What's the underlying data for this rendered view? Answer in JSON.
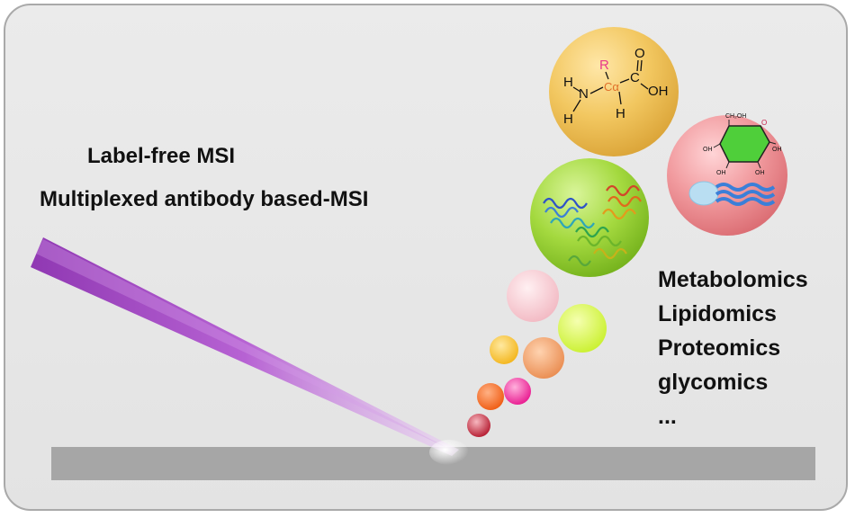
{
  "headings": {
    "line1": "Label-free MSI",
    "line2": "Multiplexed antibody based-MSI"
  },
  "omics_list": [
    "Metabolomics",
    "Lipidomics",
    "Proteomics",
    "glycomics",
    "..."
  ],
  "molecule_labels": {
    "amino_acid": {
      "r": "R",
      "h_left": "H",
      "n": "N",
      "h_bottom_left": "H",
      "c_alpha": "Cα",
      "h_bottom": "H",
      "c": "C",
      "o_top": "O",
      "oh": "OH"
    },
    "sugar": {
      "ch2oh": "CH₂OH",
      "o": "O",
      "oh_left": "OH",
      "oh_bottom_left": "OH",
      "oh_bottom_right": "OH",
      "oh_right": "OH"
    }
  },
  "colors": {
    "frame_background": "#e6e6e6",
    "frame_border": "#a9a9a9",
    "substrate": "#a6a6a6",
    "laser_beam": "#a24ec4",
    "amino_acid_sphere": "#f0c45a",
    "sugar_sphere": "#ef8f93",
    "protein_sphere": "#9fd63a"
  }
}
